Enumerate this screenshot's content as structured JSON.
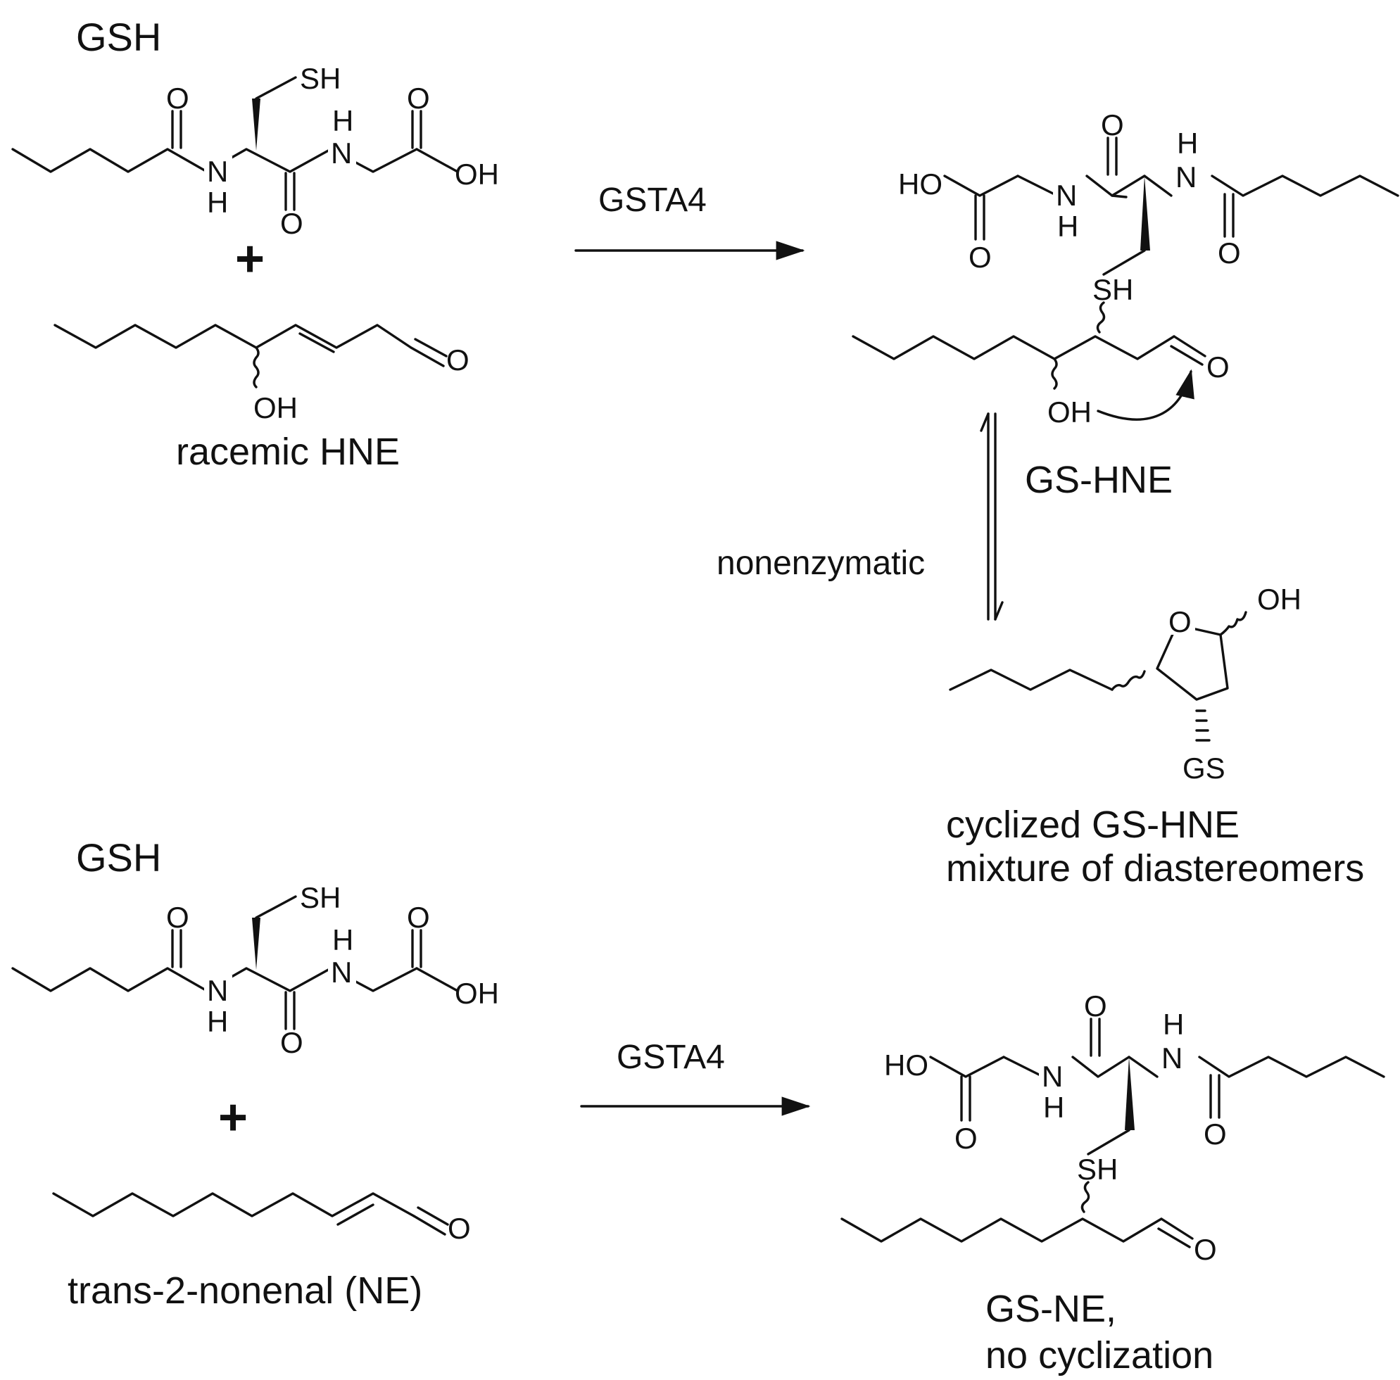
{
  "labels": {
    "gsh_top": "GSH",
    "gsh_bottom": "GSH",
    "plus": "+",
    "racemic_hne": "racemic HNE",
    "gsta4": "GSTA4",
    "gs_hne": "GS-HNE",
    "nonenzymatic": "nonenzymatic",
    "cyclized_line1": "cyclized GS-HNE",
    "cyclized_line2": "mixture of diastereomers",
    "trans_nonenal": "trans-2-nonenal (NE)",
    "gs_ne_line1": "GS-NE,",
    "gs_ne_line2": "no cyclization"
  },
  "atoms": {
    "O": "O",
    "N": "N",
    "H": "H",
    "SH": "SH",
    "OH": "OH",
    "HO": "HO",
    "GS": "GS"
  },
  "colors": {
    "ink": "#111111",
    "background": "#ffffff"
  }
}
